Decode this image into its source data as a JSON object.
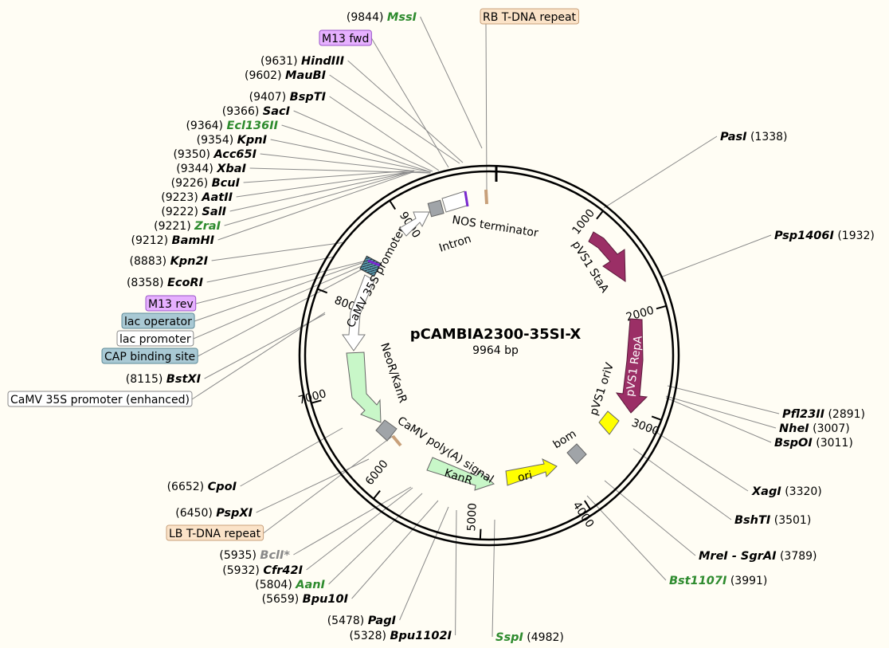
{
  "plasmid": {
    "name": "pCAMBIA2300-35SI-X",
    "length_label": "9964 bp",
    "length": 9964
  },
  "ticks": [
    "1000",
    "2000",
    "3000",
    "4000",
    "5000",
    "6000",
    "7000",
    "8000",
    "9000"
  ],
  "left_sites": [
    {
      "pos": "9844",
      "name": "MssI",
      "color": "#2e8b2e"
    },
    {
      "pos": "9631",
      "name": "HindIII",
      "color": "#000000"
    },
    {
      "pos": "9602",
      "name": "MauBI",
      "color": "#000000"
    },
    {
      "pos": "9407",
      "name": "BspTI",
      "color": "#000000"
    },
    {
      "pos": "9366",
      "name": "SacI",
      "color": "#000000"
    },
    {
      "pos": "9364",
      "name": "Ecl136II",
      "color": "#2e8b2e"
    },
    {
      "pos": "9354",
      "name": "KpnI",
      "color": "#000000"
    },
    {
      "pos": "9350",
      "name": "Acc65I",
      "color": "#000000"
    },
    {
      "pos": "9344",
      "name": "XbaI",
      "color": "#000000"
    },
    {
      "pos": "9226",
      "name": "BcuI",
      "color": "#000000"
    },
    {
      "pos": "9223",
      "name": "AatII",
      "color": "#000000"
    },
    {
      "pos": "9222",
      "name": "SalI",
      "color": "#000000"
    },
    {
      "pos": "9221",
      "name": "ZraI",
      "color": "#2e8b2e"
    },
    {
      "pos": "9212",
      "name": "BamHI",
      "color": "#000000"
    },
    {
      "pos": "8883",
      "name": "Kpn2I",
      "color": "#000000"
    },
    {
      "pos": "8358",
      "name": "EcoRI",
      "color": "#000000"
    },
    {
      "pos": "8115",
      "name": "BstXI",
      "color": "#000000"
    },
    {
      "pos": "6652",
      "name": "CpoI",
      "color": "#000000"
    },
    {
      "pos": "6450",
      "name": "PspXI",
      "color": "#000000"
    },
    {
      "pos": "5935",
      "name": "BclI*",
      "color": "#888888"
    },
    {
      "pos": "5932",
      "name": "Cfr42I",
      "color": "#000000"
    },
    {
      "pos": "5804",
      "name": "AanI",
      "color": "#2e8b2e"
    },
    {
      "pos": "5659",
      "name": "Bpu10I",
      "color": "#000000"
    },
    {
      "pos": "5478",
      "name": "PagI",
      "color": "#000000"
    },
    {
      "pos": "5328",
      "name": "Bpu1102I",
      "color": "#000000"
    }
  ],
  "right_sites": [
    {
      "pos": "1338",
      "name": "PasI",
      "color": "#000000"
    },
    {
      "pos": "1932",
      "name": "Psp1406I",
      "color": "#000000"
    },
    {
      "pos": "2891",
      "name": "Pfl23II",
      "color": "#000000"
    },
    {
      "pos": "3007",
      "name": "NheI",
      "color": "#000000"
    },
    {
      "pos": "3011",
      "name": "BspOI",
      "color": "#000000"
    },
    {
      "pos": "3320",
      "name": "XagI",
      "color": "#000000"
    },
    {
      "pos": "3501",
      "name": "BshTI",
      "color": "#000000"
    },
    {
      "pos": "3789",
      "name": "MreI - SgrAI",
      "color": "#000000"
    },
    {
      "pos": "3991",
      "name": "Bst1107I",
      "color": "#2e8b2e"
    },
    {
      "pos": "4982",
      "name": "SspI",
      "color": "#2e8b2e"
    }
  ],
  "boxed_features": [
    {
      "label": "RB T-DNA repeat",
      "bg": "#fbe3c8",
      "border": "#c8a07a"
    },
    {
      "label": "M13 fwd",
      "bg": "#e6b0ff",
      "border": "#9a55c8"
    },
    {
      "label": "M13 rev",
      "bg": "#e6b0ff",
      "border": "#9a55c8"
    },
    {
      "label": "lac operator",
      "bg": "#a9c9d4",
      "border": "#5d8a99"
    },
    {
      "label": "lac promoter",
      "bg": "#ffffff",
      "border": "#888888"
    },
    {
      "label": "CAP binding site",
      "bg": "#a9c9d4",
      "border": "#5d8a99"
    },
    {
      "label": "CaMV 35S promoter (enhanced)",
      "bg": "#ffffff",
      "border": "#888888"
    },
    {
      "label": "LB T-DNA repeat",
      "bg": "#fbe3c8",
      "border": "#c8a07a"
    }
  ],
  "features": {
    "nos_terminator": "NOS terminator",
    "intron": "Intron",
    "camv35s": "CaMV 35S promoter",
    "neor": "NeoR/KanR",
    "camv_polya": "CaMV poly(A) signal",
    "kanr": "KanR",
    "ori": "ori",
    "bom": "bom",
    "pvs1_oriv": "pVS1 oriV",
    "pvs1_repa": "pVS1 RepA",
    "pvs1_staa": "pVS1 StaA"
  },
  "colors": {
    "repa": "#9b2f66",
    "ori": "#ffff00",
    "kanr": "#c8f7c8",
    "gray_box": "#a0a4a8",
    "background": "#fffdf4"
  }
}
